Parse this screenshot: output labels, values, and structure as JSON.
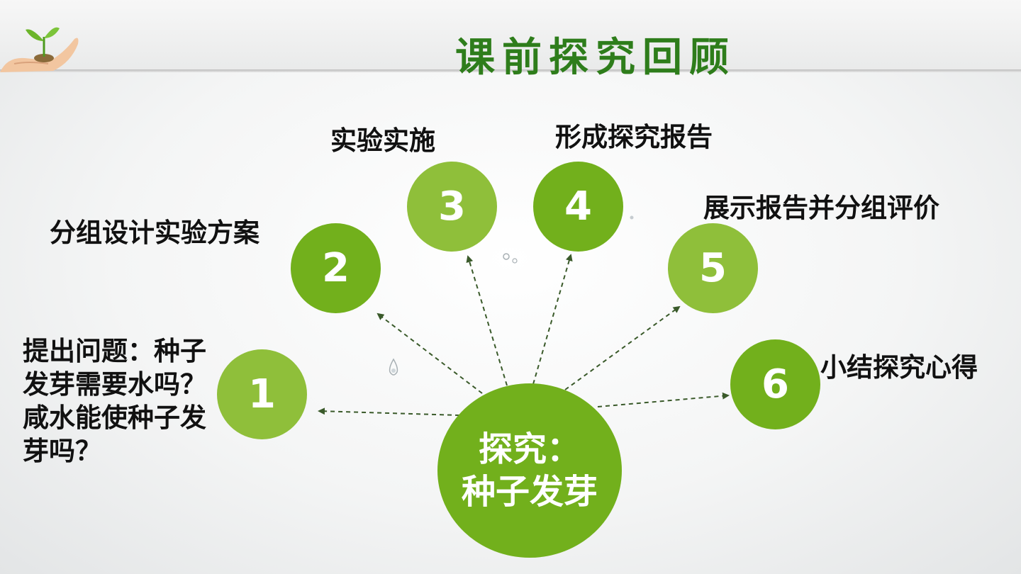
{
  "slide": {
    "title": "课前探究回顾"
  },
  "center": {
    "line1": "探究：",
    "line2": "种子发芽"
  },
  "steps": [
    {
      "number": "1",
      "label": "提出问题：种子发芽需要水吗？咸水能使种子发芽吗？"
    },
    {
      "number": "2",
      "label": "分组设计实验方案"
    },
    {
      "number": "3",
      "label": "实验实施"
    },
    {
      "number": "4",
      "label": "形成探究报告"
    },
    {
      "number": "5",
      "label": "展示报告并分组评价"
    },
    {
      "number": "6",
      "label": "小结探究心得"
    }
  ],
  "colors": {
    "title_green": "#2e7d1b",
    "circle_dark": "#72b01c",
    "circle_light": "#8fbf3a",
    "arrow": "#3a5a2a"
  },
  "icons": {
    "logo": "seedling-in-hand-icon"
  }
}
